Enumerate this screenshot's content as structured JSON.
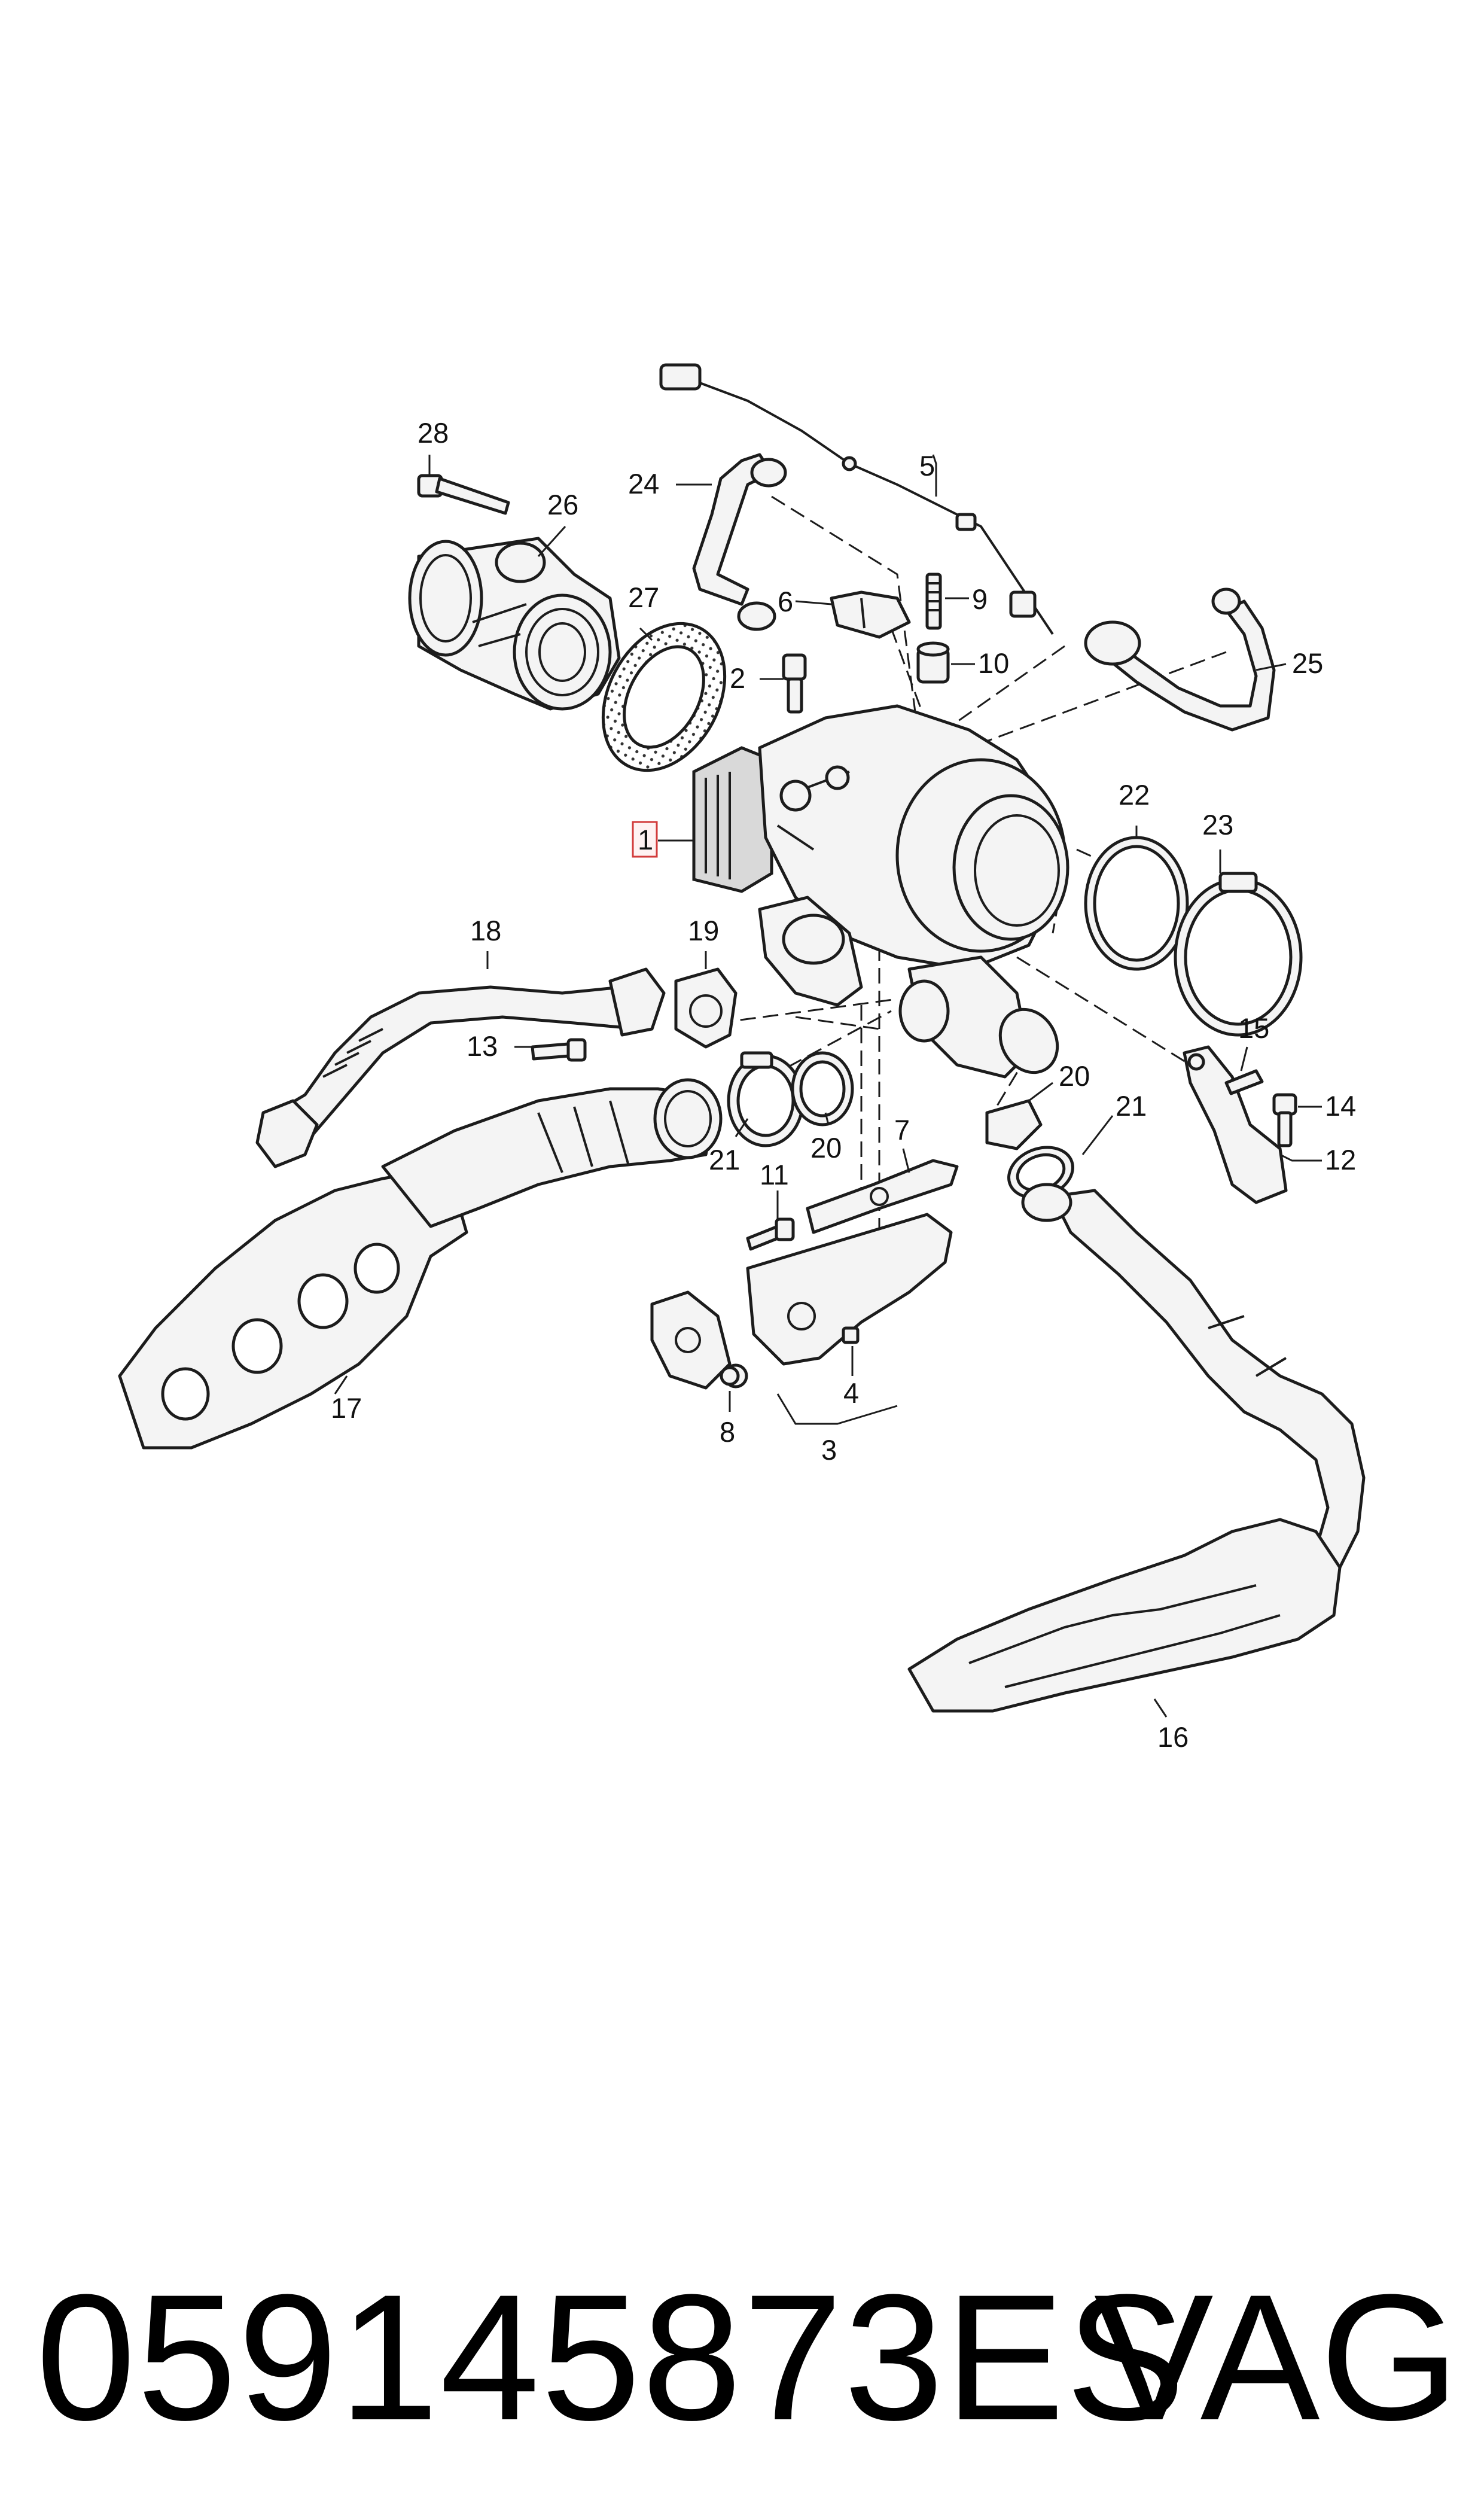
{
  "diagram": {
    "callouts": {
      "c1": "1",
      "c2": "2",
      "c3": "3",
      "c4": "4",
      "c5": "5",
      "c6": "6",
      "c7": "7",
      "c8": "8",
      "c9": "9",
      "c10": "10",
      "c11": "11",
      "c12": "12",
      "c13": "13",
      "c14": "14",
      "c15": "15",
      "c16": "16",
      "c17": "17",
      "c18": "18",
      "c19": "19",
      "c20a": "20",
      "c20b": "20",
      "c21a": "21",
      "c21b": "21",
      "c22": "22",
      "c23": "23",
      "c24": "24",
      "c25": "25",
      "c26": "26",
      "c27": "27",
      "c28": "28"
    },
    "highlighted_callout": "1",
    "highlight_color": "#d23b3b"
  },
  "footer": {
    "part_number": "059145873ES",
    "brand": "VAG"
  }
}
